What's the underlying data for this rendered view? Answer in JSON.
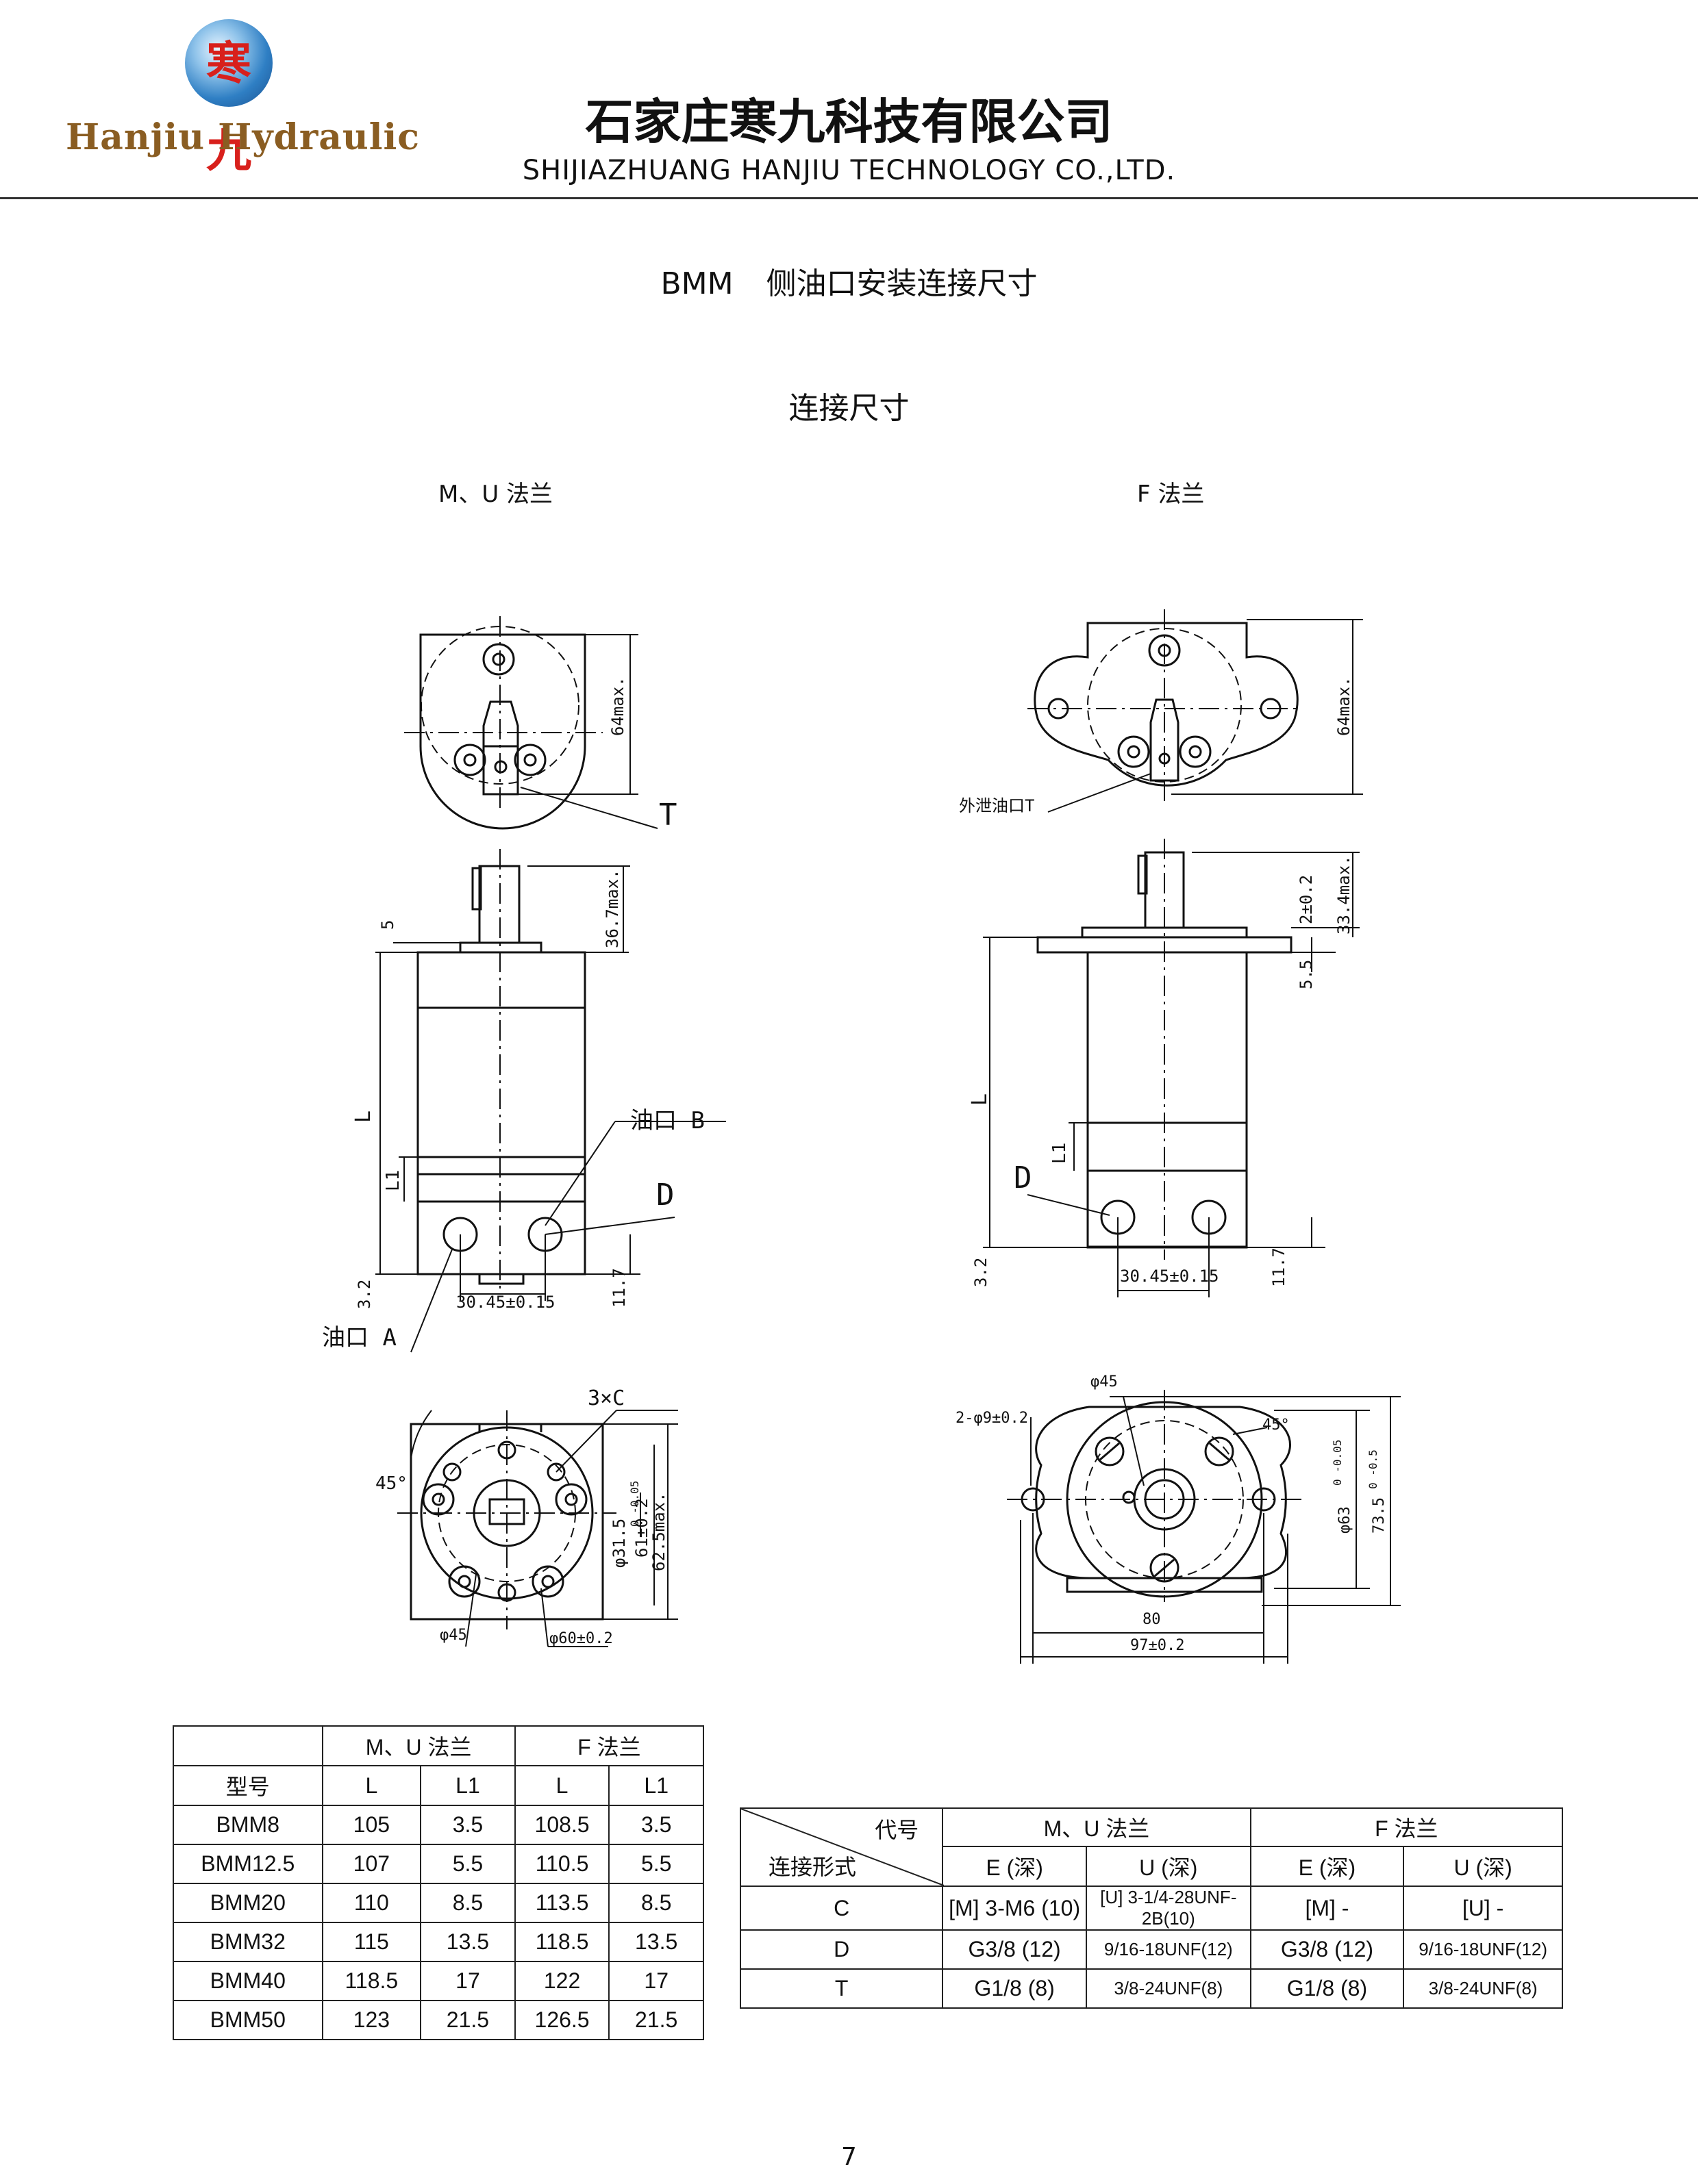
{
  "header": {
    "logo_char": "寒九",
    "brand": "Hanjiu Hydraulic",
    "company_cn": "石家庄寒九科技有限公司",
    "company_en": "SHIJIAZHUANG HANJIU TECHNOLOGY CO.,LTD."
  },
  "doc": {
    "model": "BMM",
    "title": "侧油口安装连接尺寸",
    "section": "连接尺寸"
  },
  "drawings": {
    "left_title": "M、U 法兰",
    "right_title": "F 法兰",
    "left": {
      "top_T": "T",
      "top_64max": "64max.",
      "side_5": "5",
      "side_367": "36.7max.",
      "side_L": "L",
      "side_L1": "L1",
      "side_32": "3.2",
      "side_117": "11.7",
      "side_3045": "30.45±0.15",
      "port_B": "油口 B",
      "port_D": "D",
      "port_A": "油口 A",
      "front_3xC": "3×C",
      "front_45": "45°",
      "front_315": "φ31.5",
      "front_315_tol": "0 -0.05",
      "front_61": "61±0.2",
      "front_625": "62.5max.",
      "front_phi45": "φ45",
      "front_phi60": "φ60±0.2"
    },
    "right": {
      "top_drain": "外泄油口T",
      "top_64max": "64max.",
      "side_2": "2±0.2",
      "side_334": "33.4max.",
      "side_55": "5.5",
      "side_L": "L",
      "side_L1": "L1",
      "side_D": "D",
      "side_32": "3.2",
      "side_117": "11.7",
      "side_3045": "30.45±0.15",
      "front_phi45": "φ45",
      "front_holes": "2-φ9±0.2",
      "front_45": "45°",
      "front_63": "φ63",
      "front_63_tol": "0 -0.05",
      "front_735": "73.5",
      "front_735_tol": "0 -0.5",
      "front_80": "80",
      "front_97": "97±0.2"
    }
  },
  "table1": {
    "header_mu": "M、U 法兰",
    "header_f": "F 法兰",
    "col_model": "型号",
    "col_L": "L",
    "col_L1": "L1",
    "rows": [
      [
        "BMM8",
        "105",
        "3.5",
        "108.5",
        "3.5"
      ],
      [
        "BMM12.5",
        "107",
        "5.5",
        "110.5",
        "5.5"
      ],
      [
        "BMM20",
        "110",
        "8.5",
        "113.5",
        "8.5"
      ],
      [
        "BMM32",
        "115",
        "13.5",
        "118.5",
        "13.5"
      ],
      [
        "BMM40",
        "118.5",
        "17",
        "122",
        "17"
      ],
      [
        "BMM50",
        "123",
        "21.5",
        "126.5",
        "21.5"
      ]
    ]
  },
  "table2": {
    "header_mu": "M、U 法兰",
    "header_f": "F 法兰",
    "diag_top": "代号",
    "diag_bottom": "连接形式",
    "sub": [
      "E (深)",
      "U (深)",
      "E (深)",
      "U (深)"
    ],
    "rows": [
      [
        "C",
        "[M] 3-M6 (10)",
        "[U] 3-1/4-28UNF-2B(10)",
        "[M] -",
        "[U] -"
      ],
      [
        "D",
        "G3/8 (12)",
        "9/16-18UNF(12)",
        "G3/8 (12)",
        "9/16-18UNF(12)"
      ],
      [
        "T",
        "G1/8 (8)",
        "3/8-24UNF(8)",
        "G1/8 (8)",
        "3/8-24UNF(8)"
      ]
    ]
  },
  "page_number": "7"
}
